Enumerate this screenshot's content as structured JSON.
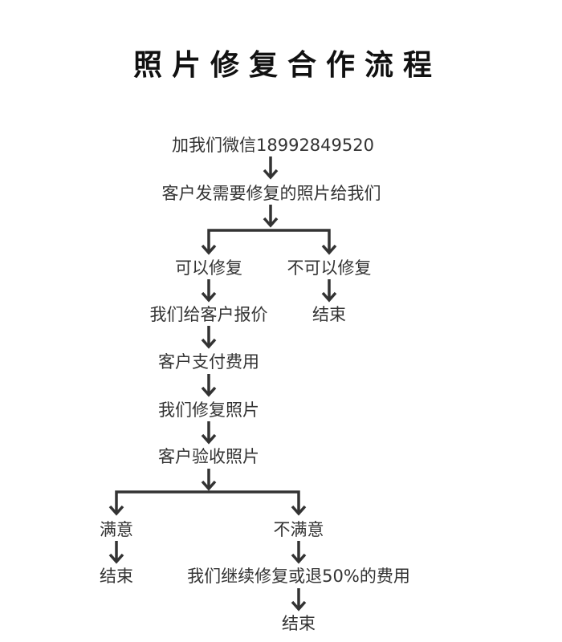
{
  "title": "照片修复合作流程",
  "steps": {
    "contact": "加我们微信18992849520",
    "send_photos": "客户发需要修复的照片给我们",
    "can_repair": "可以修复",
    "cannot_repair": "不可以修复",
    "quote": "我们给客户报价",
    "end_1": "结束",
    "pay": "客户支付费用",
    "repair": "我们修复照片",
    "inspect": "客户验收照片",
    "satisfied": "满意",
    "not_satisfied": "不满意",
    "end_2": "结束",
    "continue_or_refund": "我们继续修复或退50%的费用",
    "end_3": "结束"
  },
  "colors": {
    "text": "#333333",
    "arrow": "#333333"
  }
}
